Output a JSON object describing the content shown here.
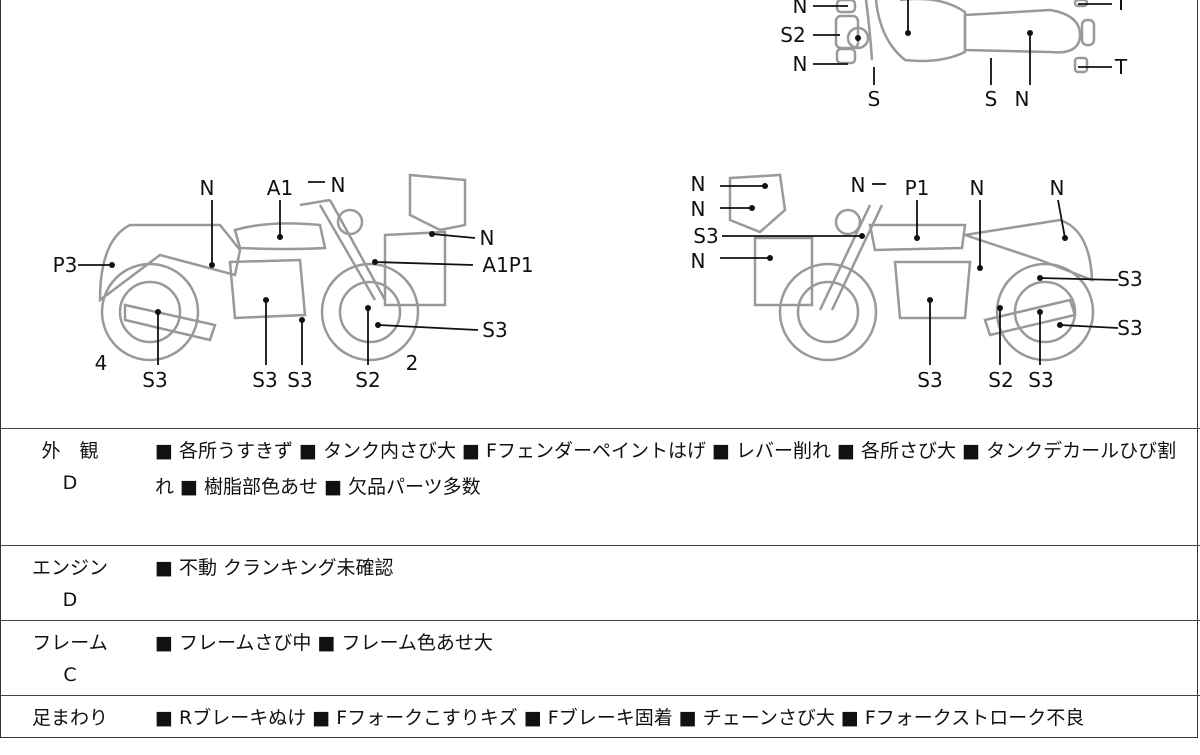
{
  "diagram": {
    "top_view_labels": [
      "N",
      "S2",
      "N",
      "S",
      "S",
      "N",
      "T",
      "T"
    ],
    "left_view_labels": [
      "N",
      "A1",
      "N",
      "N",
      "A1P1",
      "P3",
      "S3",
      "4",
      "S3",
      "S3",
      "S3",
      "S2",
      "2"
    ],
    "right_view_labels": [
      "N",
      "N",
      "S3",
      "N",
      "N",
      "P1",
      "N",
      "N",
      "S3",
      "S3",
      "S3",
      "S2",
      "S3"
    ]
  },
  "rows": [
    {
      "category": "外　観",
      "grade": "D",
      "text": "■ 各所うすきず ■ タンク内さび大 ■ Fフェンダーペイントはげ ■ レバー削れ ■ 各所さび大 ■ タンクデカールひび割れ ■ 樹脂部色あせ ■ 欠品パーツ多数"
    },
    {
      "category": "エンジン",
      "grade": "D",
      "text": "■ 不動 クランキング未確認"
    },
    {
      "category": "フレーム",
      "grade": "C",
      "text": "■ フレームさび中 ■ フレーム色あせ大"
    },
    {
      "category": "足まわり",
      "grade": "",
      "text": "■ Rブレーキぬけ ■ Fフォークこすりキズ ■ Fブレーキ固着 ■ チェーンさび大 ■ Fフォークストローク不良"
    }
  ]
}
